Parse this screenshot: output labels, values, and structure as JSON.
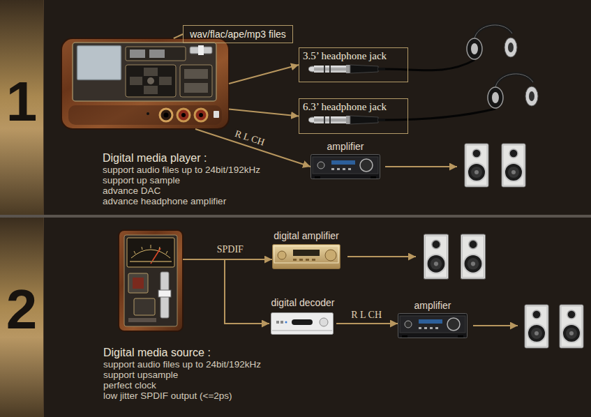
{
  "diagram": {
    "nodes": [
      {
        "text": [
          "Digital media player :",
          "support audio files up to 24bit/192kHz",
          "support up sample",
          "advance DAC",
          "advance headphone amplifier"
        ]
      },
      {
        "text": [
          "wav/flac/ape/mp3 files"
        ]
      },
      {
        "text": [
          "3.5’ headphone jack"
        ]
      },
      {
        "text": [
          "6.3’ headphone jack"
        ]
      },
      {
        "text": [
          "amplifier"
        ]
      },
      {
        "text": [
          "Digital media source :",
          "support audio files up to 24bit/192kHz",
          "support upsample",
          "perfect clock",
          "low jitter SPDIF output (<=2ps)"
        ]
      },
      {
        "text": [
          "digital amplifier"
        ]
      },
      {
        "text": [
          "digital decoder"
        ]
      },
      {
        "text": [
          "amplifier"
        ]
      }
    ],
    "edges": [
      {
        "from": 0,
        "to": 1,
        "arrow": "none"
      },
      {
        "from": 0,
        "to": 2,
        "arrow": "to"
      },
      {
        "from": 0,
        "to": 3,
        "arrow": "to"
      },
      {
        "from": 0,
        "to": 4,
        "arrow": "to",
        "label": "R L CH"
      },
      {
        "from": 5,
        "to": 6,
        "arrow": "to",
        "label": "SPDIF"
      },
      {
        "from": 5,
        "to": 7,
        "arrow": "to"
      },
      {
        "from": 7,
        "to": 8,
        "arrow": "to",
        "label": "R L CH"
      }
    ],
    "labels": [
      "1",
      "2"
    ]
  }
}
